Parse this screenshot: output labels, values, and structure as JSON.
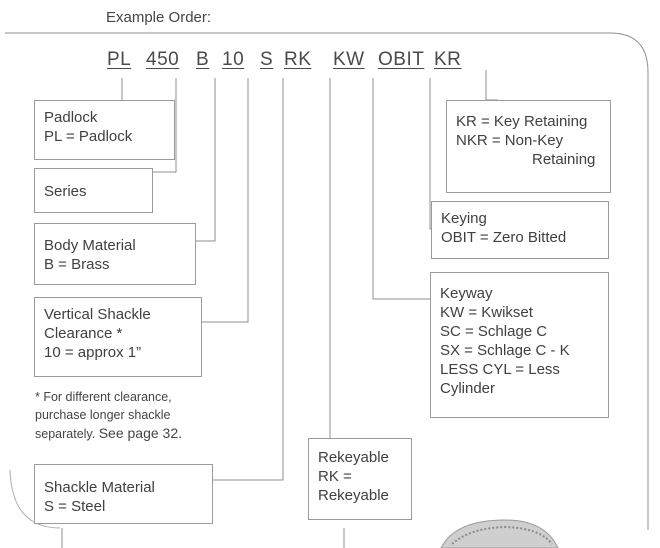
{
  "title": "Example Order:",
  "codes": [
    "PL",
    "450",
    "B",
    "10",
    "S",
    "RK",
    "KW",
    "OBIT",
    "KR"
  ],
  "boxes": {
    "padlock": {
      "lines": [
        "Padlock",
        "PL = Padlock"
      ]
    },
    "series": {
      "lines": [
        "Series"
      ]
    },
    "body_material": {
      "lines": [
        "Body Material",
        "B = Brass"
      ]
    },
    "shackle_clearance": {
      "lines": [
        "Vertical Shackle",
        "Clearance *",
        "10 = approx 1”"
      ]
    },
    "shackle_material": {
      "lines": [
        "Shackle Material",
        "S = Steel"
      ]
    },
    "rekeyable": {
      "lines": [
        "Rekeyable",
        "RK =",
        "Rekeyable"
      ]
    },
    "keyway": {
      "lines": [
        "Keyway",
        "KW = Kwikset",
        "SC = Schlage C",
        "SX = Schlage C - K",
        "LESS CYL = Less",
        "Cylinder"
      ]
    },
    "keying": {
      "lines": [
        "Keying",
        "OBIT = Zero Bitted"
      ]
    },
    "key_retaining": {
      "lines": [
        "KR = Key Retaining",
        "NKR = Non-Key",
        "Retaining"
      ]
    }
  },
  "footnote": {
    "lines": [
      "* For different clearance,",
      "purchase longer shackle",
      "separately."
    ],
    "page_ref": "See page 32."
  },
  "colors": {
    "lines": "#8f8f8f",
    "border": "#9a9a9a",
    "text": "#404040"
  }
}
